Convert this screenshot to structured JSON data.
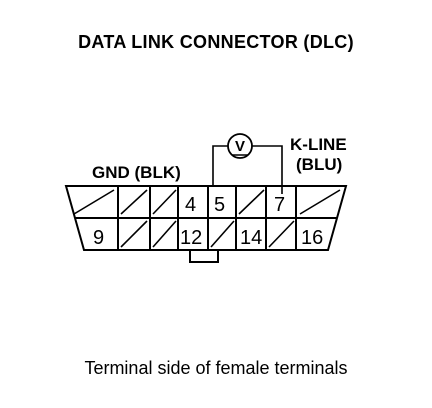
{
  "title": "DATA LINK CONNECTOR (DLC)",
  "labels": {
    "gnd": "GND (BLK)",
    "kline_line1": "K-LINE",
    "kline_line2": "(BLU)"
  },
  "meter_symbol": "V",
  "pins": {
    "p4": "4",
    "p5": "5",
    "p7": "7",
    "p9": "9",
    "p12": "12",
    "p14": "14",
    "p16": "16"
  },
  "caption": "Terminal side of female terminals"
}
